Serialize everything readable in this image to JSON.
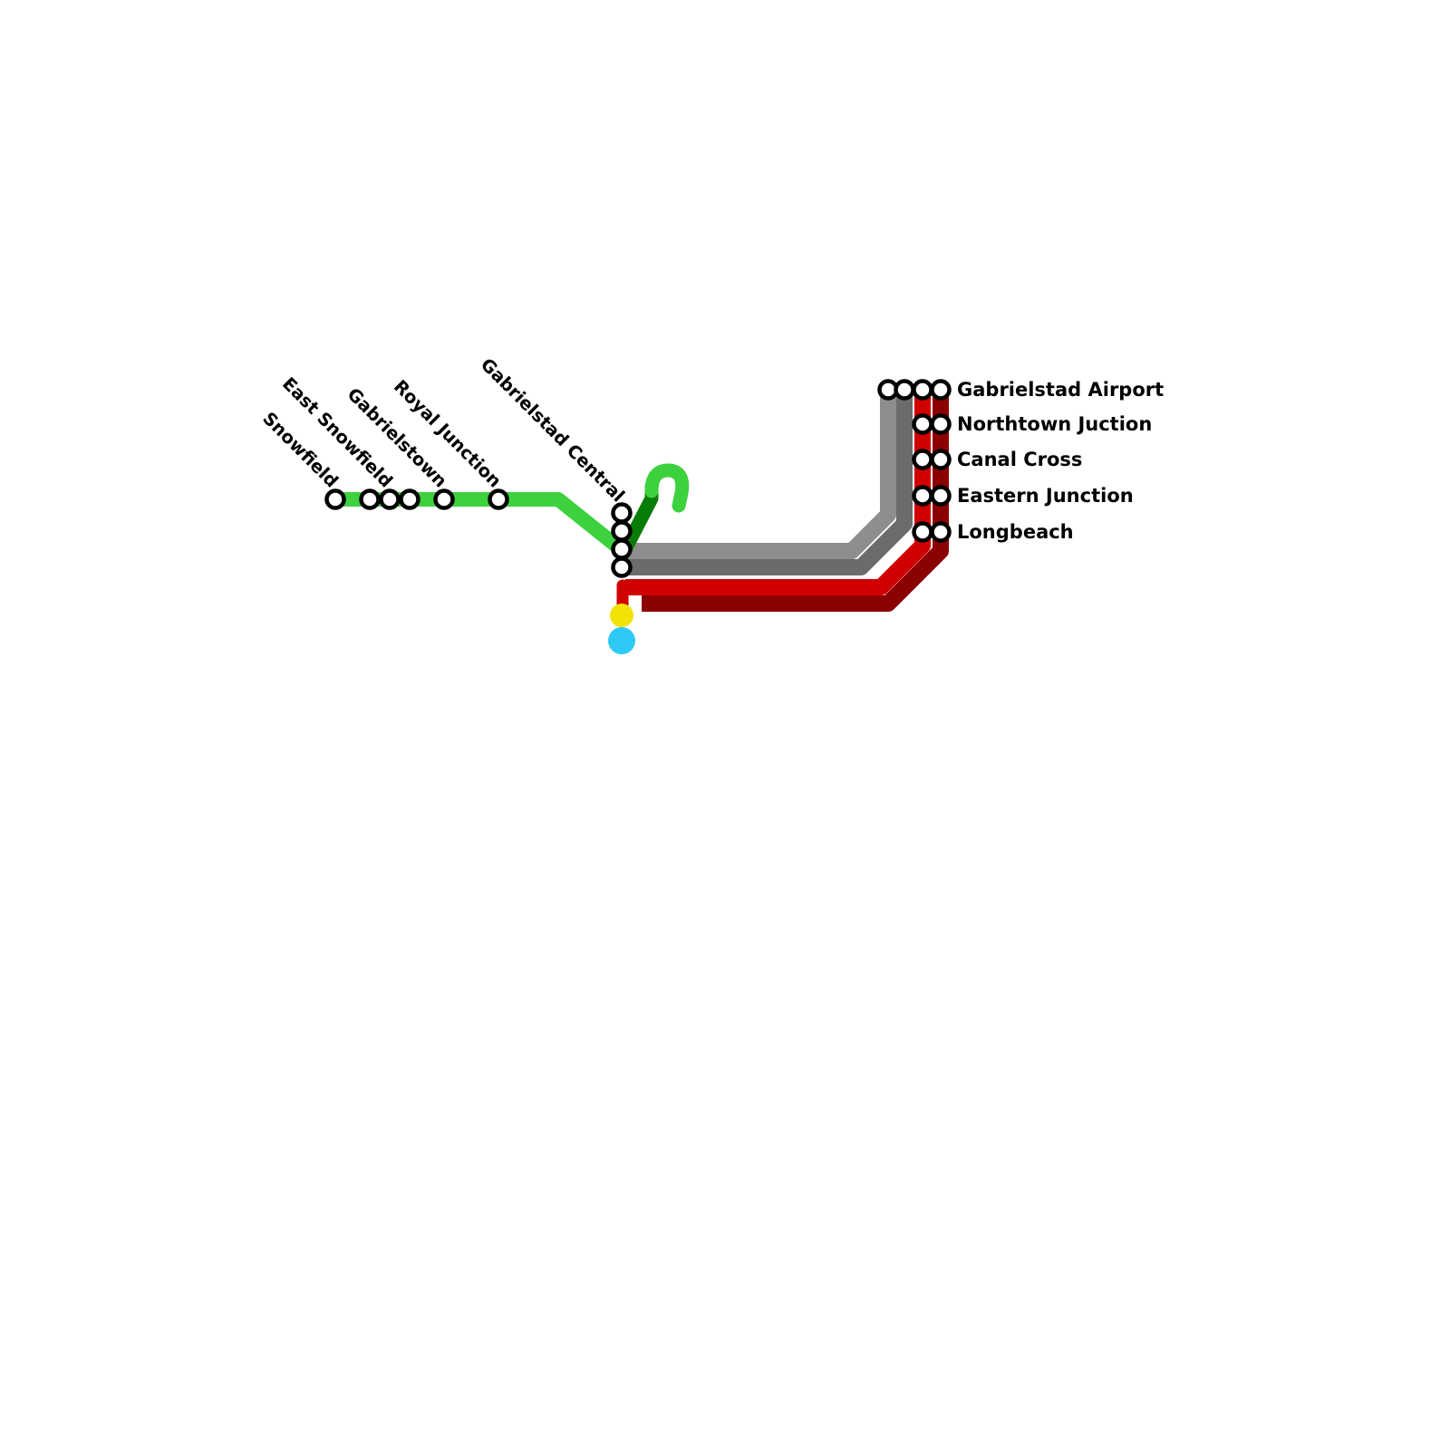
{
  "map": {
    "type": "transit-map",
    "background": "#ffffff",
    "colors": {
      "light_green": "#3dd13d",
      "dark_green": "#087c08",
      "gray": "#8e8e8e",
      "dark_gray": "#6b6b6b",
      "red": "#d10000",
      "dark_red": "#8b0000",
      "yellow": "#f2e205",
      "cyan": "#2ec9f5",
      "station_fill": "#ffffff",
      "station_stroke": "#000000",
      "label_color": "#000000"
    },
    "stations": {
      "left_branch": [
        {
          "label": "Snowfield"
        },
        {
          "label": "East Snowfield"
        },
        {
          "label": "Gabrielstown"
        },
        {
          "label": "Royal Junction"
        }
      ],
      "central": {
        "label": "Gabrielstad Central"
      },
      "right_branch": [
        {
          "label": "Gabrielstad Airport"
        },
        {
          "label": "Northtown Juction"
        },
        {
          "label": "Canal Cross"
        },
        {
          "label": "Eastern Junction"
        },
        {
          "label": "Longbeach"
        }
      ]
    }
  }
}
